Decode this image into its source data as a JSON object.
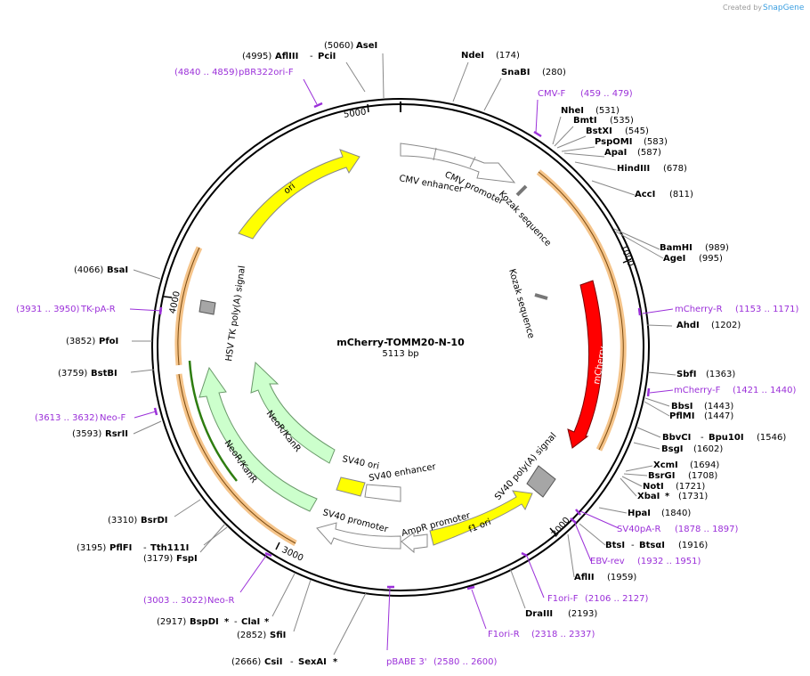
{
  "header": {
    "created_by": "Created by",
    "brand": "SnapGene"
  },
  "plasmid": {
    "name": "mCherry-TOMM20-N-10",
    "size": "5113 bp"
  },
  "ring_ticks": [
    "1000",
    "2000",
    "3000",
    "4000",
    "5000"
  ],
  "sites": [
    {
      "name": "AseI",
      "pos": "(5060)"
    },
    {
      "name": "AflIII",
      "name2": "PciI",
      "pos": "(4995)"
    },
    {
      "name": "NdeI",
      "pos": "(174)"
    },
    {
      "name": "SnaBI",
      "pos": "(280)"
    },
    {
      "name": "NheI",
      "pos": "(531)"
    },
    {
      "name": "BmtI",
      "pos": "(535)"
    },
    {
      "name": "BstXI",
      "pos": "(545)"
    },
    {
      "name": "PspOMI",
      "pos": "(583)"
    },
    {
      "name": "ApaI",
      "pos": "(587)"
    },
    {
      "name": "HindIII",
      "pos": "(678)"
    },
    {
      "name": "AccI",
      "pos": "(811)"
    },
    {
      "name": "BamHI",
      "pos": "(989)"
    },
    {
      "name": "AgeI",
      "pos": "(995)"
    },
    {
      "name": "AhdI",
      "pos": "(1202)"
    },
    {
      "name": "SbfI",
      "pos": "(1363)"
    },
    {
      "name": "BbsI",
      "pos": "(1443)"
    },
    {
      "name": "PflMI",
      "pos": "(1447)"
    },
    {
      "name": "BbvCI",
      "name2": "Bpu10I",
      "pos": "(1546)"
    },
    {
      "name": "BsgI",
      "pos": "(1602)"
    },
    {
      "name": "XcmI",
      "pos": "(1694)"
    },
    {
      "name": "BsrGI",
      "pos": "(1708)"
    },
    {
      "name": "NotI",
      "pos": "(1721)"
    },
    {
      "name": "XbaI",
      "pos": "(1731)"
    },
    {
      "name": "HpaI",
      "pos": "(1840)"
    },
    {
      "name": "BtsI",
      "name2": "BtsαI",
      "pos": "(1916)"
    },
    {
      "name": "AflII",
      "pos": "(1959)"
    },
    {
      "name": "DraIII",
      "pos": "(2193)"
    },
    {
      "name": "CsiI",
      "name2": "SexAI",
      "pos": "(2666)"
    },
    {
      "name": "SfiI",
      "pos": "(2852)"
    },
    {
      "name": "BspDI",
      "name2": "ClaI",
      "pos": "(2917)"
    },
    {
      "name": "FspI",
      "pos": "(3179)"
    },
    {
      "name": "PflFI",
      "name2": "Tth111I",
      "pos": "(3195)"
    },
    {
      "name": "BsrDI",
      "pos": "(3310)"
    },
    {
      "name": "RsrII",
      "pos": "(3593)"
    },
    {
      "name": "BstBI",
      "pos": "(3759)"
    },
    {
      "name": "PfoI",
      "pos": "(3852)"
    },
    {
      "name": "BsaI",
      "pos": "(4066)"
    }
  ],
  "star": "*",
  "dash": "-",
  "primers": [
    {
      "name": "pBR322ori-F",
      "range": "(4840 .. 4859)"
    },
    {
      "name": "CMV-F",
      "range": "(459 .. 479)"
    },
    {
      "name": "mCherry-R",
      "range": "(1153 .. 1171)"
    },
    {
      "name": "mCherry-F",
      "range": "(1421 .. 1440)"
    },
    {
      "name": "SV40pA-R",
      "range": "(1878 .. 1897)"
    },
    {
      "name": "EBV-rev",
      "range": "(1932 .. 1951)"
    },
    {
      "name": "F1ori-F",
      "range": "(2106 .. 2127)"
    },
    {
      "name": "F1ori-R",
      "range": "(2318 .. 2337)"
    },
    {
      "name": "pBABE 3'",
      "range": "(2580 .. 2600)"
    },
    {
      "name": "Neo-R",
      "range": "(3003 .. 3022)"
    },
    {
      "name": "Neo-F",
      "range": "(3613 .. 3632)"
    },
    {
      "name": "TK-pA-R",
      "range": "(3931 .. 3950)"
    }
  ],
  "features": {
    "cmv_enhancer": "CMV enhancer",
    "cmv_promoter": "CMV promoter",
    "kozak1": "Kozak sequence",
    "kozak2": "Kozak sequence",
    "mcherry": "mCherry",
    "sv40_polya": "SV40 poly(A) signal",
    "f1_ori": "f1 ori",
    "ampr_promoter": "AmpR promoter",
    "sv40_promoter": "SV40 promoter",
    "sv40_ori": "SV40 ori",
    "sv40_enhancer": "SV40 enhancer",
    "neo_inner": "NeoR/KanR",
    "neo_outer": "NeoR/KanR",
    "hsv_tk": "HSV TK poly(A) signal",
    "ori": "ori"
  },
  "colors": {
    "mcherry": "#ff0000",
    "yellow": "#ffff00",
    "neo": "#ccffcc",
    "gray": "#a6a6a6",
    "orf": "#f5c48a",
    "primer": "#9b30d9"
  }
}
